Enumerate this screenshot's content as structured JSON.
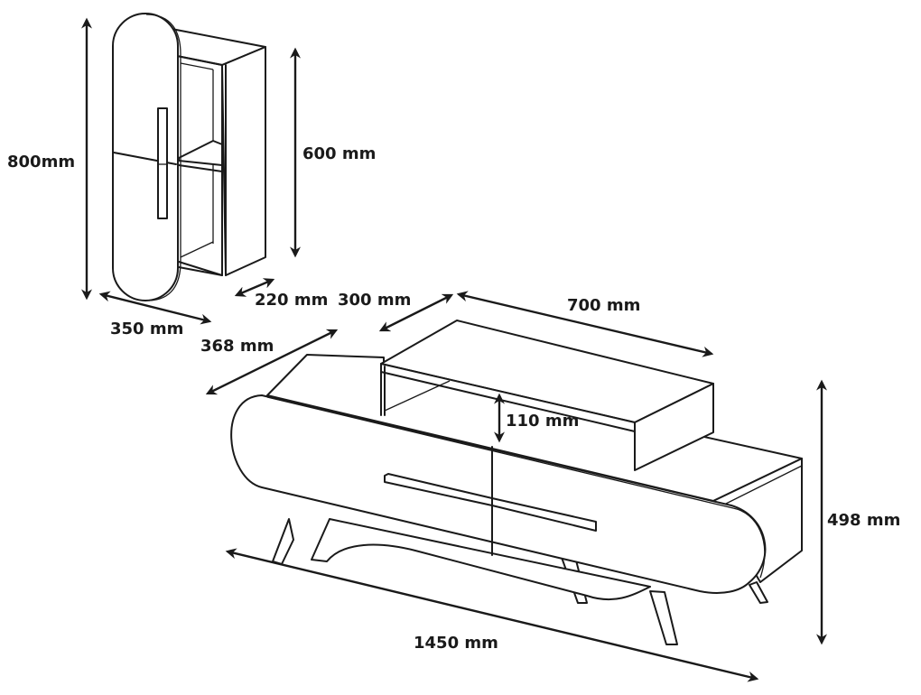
{
  "diagram": {
    "type": "furniture-dimension-drawing",
    "line_color": "#1a1a1a",
    "background": "#ffffff",
    "items": [
      {
        "name": "wall-cabinet",
        "dimensions": {
          "total_height": "800mm",
          "body_height": "600 mm",
          "width": "350 mm",
          "depth": "220 mm"
        }
      },
      {
        "name": "tv-stand",
        "dimensions": {
          "top_shelf_depth": "300 mm",
          "top_shelf_width": "700 mm",
          "depth": "368 mm",
          "shelf_clearance": "110 mm",
          "height": "498 mm",
          "width": "1450 mm"
        }
      }
    ]
  }
}
